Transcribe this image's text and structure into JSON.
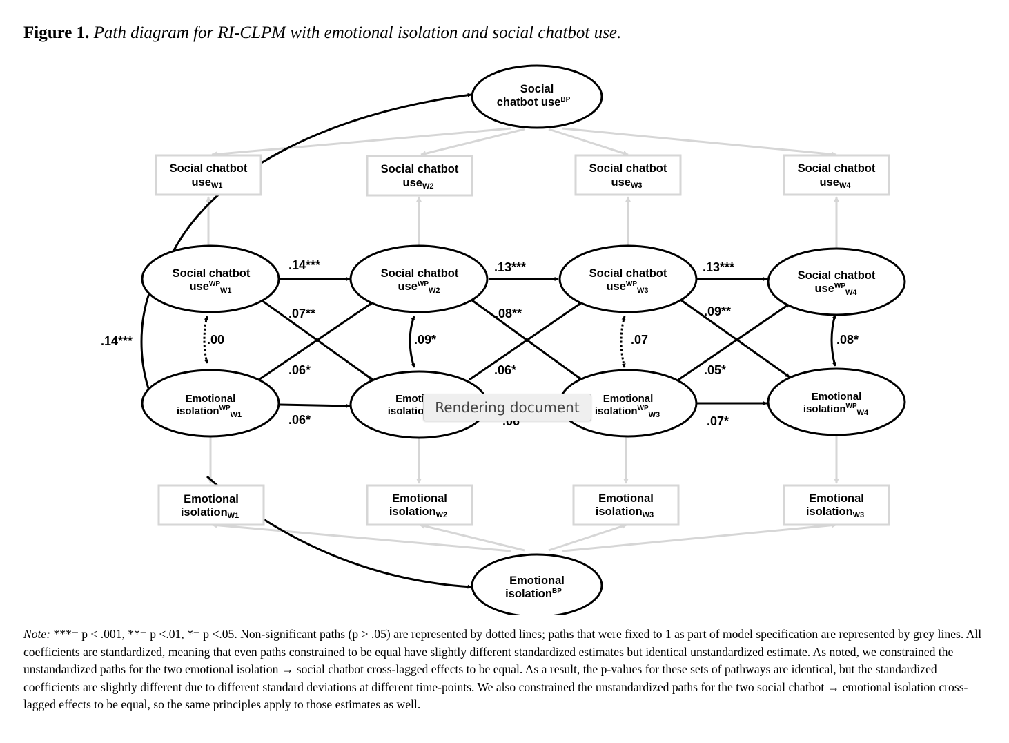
{
  "figure": {
    "label": "Figure 1.",
    "title": "Path diagram for RI-CLPM with emotional isolation and social chatbot use."
  },
  "nodes": {
    "sc_bp": {
      "line1": "Social",
      "line2": "chatbot use",
      "sup": "BP"
    },
    "ei_bp": {
      "line1": "Emotional",
      "line2": "isolation",
      "sup": "BP"
    },
    "sc_obs": [
      {
        "line1": "Social chatbot",
        "line2": "use",
        "sub": "W1"
      },
      {
        "line1": "Social chatbot",
        "line2": "use",
        "sub": "W2"
      },
      {
        "line1": "Social chatbot",
        "line2": "use",
        "sub": "W3"
      },
      {
        "line1": "Social chatbot",
        "line2": "use",
        "sub": "W4"
      }
    ],
    "ei_obs": [
      {
        "line1": "Emotional",
        "line2": "isolation",
        "sub": "W1"
      },
      {
        "line1": "Emotional",
        "line2": "isolation",
        "sub": "W2"
      },
      {
        "line1": "Emotional",
        "line2": "isolation",
        "sub": "W3"
      },
      {
        "line1": "Emotional",
        "line2": "isolation",
        "sub": "W3"
      }
    ],
    "sc_wp": [
      {
        "line1": "Social chatbot",
        "line2": "use",
        "sup": "WP",
        "sub": "W1"
      },
      {
        "line1": "Social chatbot",
        "line2": "use",
        "sup": "WP",
        "sub": "W2"
      },
      {
        "line1": "Social chatbot",
        "line2": "use",
        "sup": "WP",
        "sub": "W3"
      },
      {
        "line1": "Social chatbot",
        "line2": "use",
        "sup": "WP",
        "sub": "W4"
      }
    ],
    "ei_wp": [
      {
        "line1": "Emotional",
        "line2": "isolation",
        "sup": "WP",
        "sub": "W1"
      },
      {
        "line1": "Emoti",
        "line2": "isolatio",
        "sup": "",
        "sub": ""
      },
      {
        "line1": "Emotional",
        "line2": "isolation",
        "sup": "WP",
        "sub": "W3"
      },
      {
        "line1": "Emotional",
        "line2": "isolation",
        "sup": "WP",
        "sub": "W4"
      }
    ]
  },
  "coefficients": {
    "bp_cov": ".14***",
    "sc_ar": [
      ".14***",
      ".13***",
      ".13***"
    ],
    "ei_ar": [
      ".06*",
      ".06",
      ".07*"
    ],
    "sc_to_ei": [
      ".07**",
      ".08**",
      ".09**"
    ],
    "ei_to_sc": [
      ".06*",
      ".06*",
      ".05*"
    ],
    "wp_cov": [
      ".00",
      ".09*",
      ".07",
      ".08*"
    ]
  },
  "note": {
    "label": "Note:",
    "text": " ***= p < .001, **= p <.01, *= p <.05. Non-significant paths (p > .05) are represented by dotted lines; paths that were fixed to 1 as part of model specification are represented by grey lines. All coefficients are standardized, meaning that even paths constrained to be equal have slightly different standardized estimates but identical unstandardized estimate. As noted, we constrained the unstandardized paths for the two emotional isolation → social chatbot cross-lagged effects to be equal. As a result, the p-values for these sets of pathways are identical, but the standardized coefficients are slightly different due to different standard deviations at different time-points. We also constrained the unstandardized paths for the two social chatbot → emotional isolation cross-lagged effects to be equal, so the same principles apply to those estimates as well."
  },
  "overlay": {
    "toast": "Rendering document"
  },
  "colors": {
    "grey_path": "#d6d6d6",
    "black_path": "#000000"
  }
}
